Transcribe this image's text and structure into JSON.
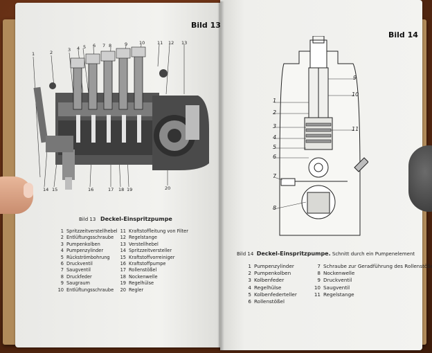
{
  "left_page": {
    "heading": "Bild 13",
    "figure_caption_label": "Bild 13",
    "figure_caption_title": "Deckel-Einspritzpumpe",
    "callouts": [
      "1",
      "2",
      "3",
      "4",
      "5",
      "6",
      "7",
      "8",
      "9",
      "10",
      "11",
      "12",
      "13",
      "14",
      "15",
      "16",
      "17",
      "18",
      "19",
      "20"
    ],
    "legend_col1": [
      {
        "n": "1",
        "t": "Spritzzeitverstellhebel"
      },
      {
        "n": "2",
        "t": "Entlüftungsschraube"
      },
      {
        "n": "3",
        "t": "Pumpenkolben"
      },
      {
        "n": "4",
        "t": "Pumpenzylinder"
      },
      {
        "n": "5",
        "t": "Rückströmbohrung"
      },
      {
        "n": "6",
        "t": "Druckventil"
      },
      {
        "n": "7",
        "t": "Saugventil"
      },
      {
        "n": "8",
        "t": "Druckfeder"
      },
      {
        "n": "9",
        "t": "Saugraum"
      },
      {
        "n": "10",
        "t": "Entlüftungsschraube"
      }
    ],
    "legend_col2": [
      {
        "n": "11",
        "t": "Kraftstoffleitung von Filter"
      },
      {
        "n": "12",
        "t": "Regelstange"
      },
      {
        "n": "13",
        "t": "Verstellhebel"
      },
      {
        "n": "14",
        "t": "Spritzzeitversteller"
      },
      {
        "n": "15",
        "t": "Kraftstoffvorreiniger"
      },
      {
        "n": "16",
        "t": "Kraftstoffpumpe"
      },
      {
        "n": "17",
        "t": "Rollenstößel"
      },
      {
        "n": "18",
        "t": "Nockenwelle"
      },
      {
        "n": "19",
        "t": "Regelhülse"
      },
      {
        "n": "20",
        "t": "Regler"
      }
    ]
  },
  "right_page": {
    "heading": "Bild 14",
    "figure_caption_label": "Bild 14",
    "figure_caption_title": "Deckel-Einspritzpumpe.",
    "figure_caption_rest": "Schnitt durch ein Pumpenelement",
    "callouts": [
      "1",
      "2",
      "3",
      "4",
      "5",
      "6",
      "7",
      "8",
      "9",
      "10",
      "11"
    ],
    "legend_col1": [
      {
        "n": "1",
        "t": "Pumpenzylinder"
      },
      {
        "n": "2",
        "t": "Pumpenkolben"
      },
      {
        "n": "3",
        "t": "Kolbenfeder"
      },
      {
        "n": "4",
        "t": "Regelhülse"
      },
      {
        "n": "5",
        "t": "Kolbenfederteller"
      },
      {
        "n": "6",
        "t": "Rollenstößel"
      }
    ],
    "legend_col2": [
      {
        "n": "7",
        "t": "Schraube zur Geradführung des Rollenstößels"
      },
      {
        "n": "8",
        "t": "Nockenwelle"
      },
      {
        "n": "9",
        "t": "Druckventil"
      },
      {
        "n": "10",
        "t": "Saugventil"
      },
      {
        "n": "11",
        "t": "Regelstange"
      }
    ]
  }
}
